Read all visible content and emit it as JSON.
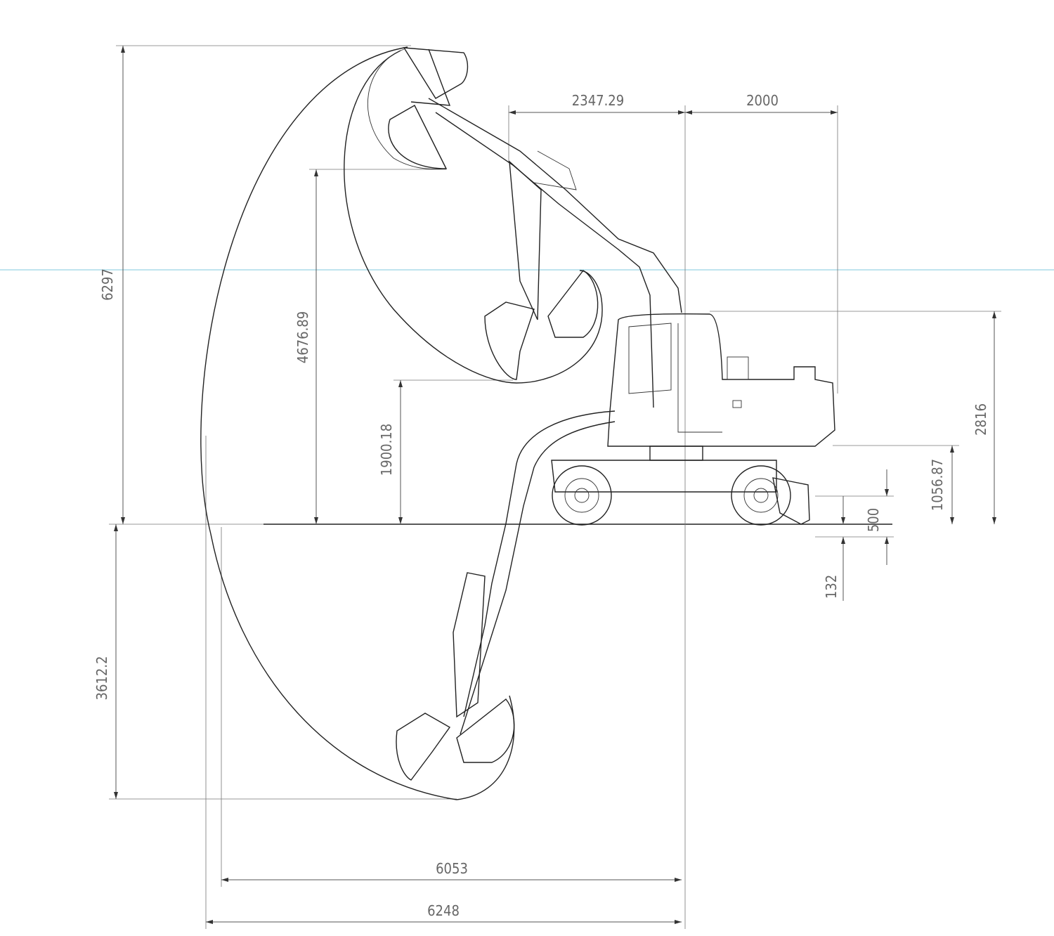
{
  "dimensions": {
    "max_digging_height": "6297",
    "max_dumping_height": "4676.89",
    "min_dumping_height": "1900.18",
    "max_digging_depth": "3612.2",
    "tail_swing_radius_front": "2347.29",
    "rear_length": "2000",
    "overall_height": "2816",
    "counterweight_clearance": "1056.87",
    "blade_lift_height": "500",
    "blade_dig_depth": "132",
    "max_reach_ground": "6053",
    "max_reach": "6248"
  },
  "colors": {
    "line": "#222222",
    "dimension": "#555555",
    "guide": "#7fc8dc"
  }
}
